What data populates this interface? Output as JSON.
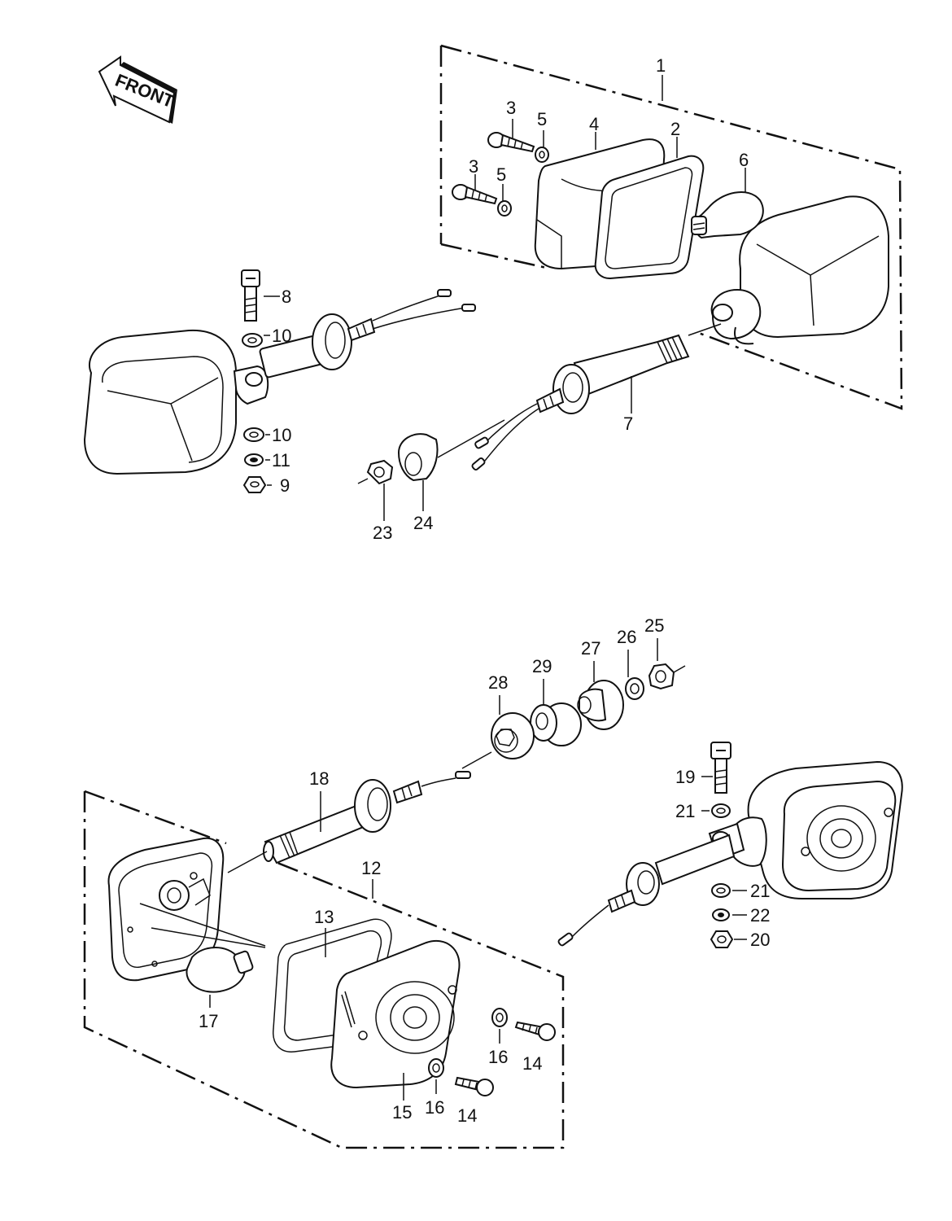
{
  "front_arrow": {
    "label": "FRONT"
  },
  "callouts": {
    "c1": "1",
    "c2": "2",
    "c3a": "3",
    "c3b": "3",
    "c4": "4",
    "c5a": "5",
    "c5b": "5",
    "c6": "6",
    "c7": "7",
    "c8": "8",
    "c9": "9",
    "c10a": "10",
    "c10b": "10",
    "c11": "11",
    "c12": "12",
    "c13": "13",
    "c14a": "14",
    "c14b": "14",
    "c15": "15",
    "c16a": "16",
    "c16b": "16",
    "c17": "17",
    "c18": "18",
    "c19": "19",
    "c20": "20",
    "c21a": "21",
    "c21b": "21",
    "c22": "22",
    "c23": "23",
    "c24": "24",
    "c25": "25",
    "c26": "26",
    "c27": "27",
    "c28": "28",
    "c29": "29"
  }
}
